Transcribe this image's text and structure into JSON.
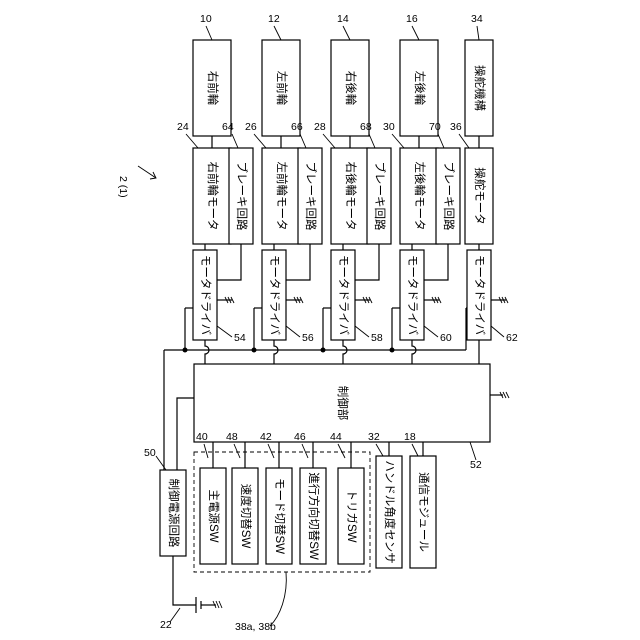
{
  "figure_label": "2 (1)",
  "refs": {
    "r10": "10",
    "r12": "12",
    "r14": "14",
    "r16": "16",
    "r34": "34",
    "r24": "24",
    "r26": "26",
    "r28": "28",
    "r30": "30",
    "r36": "36",
    "r64": "64",
    "r66": "66",
    "r68": "68",
    "r70": "70",
    "r54": "54",
    "r56": "56",
    "r58": "58",
    "r60": "60",
    "r62": "62",
    "r50": "50",
    "r40": "40",
    "r48": "48",
    "r42": "42",
    "r46": "46",
    "r44": "44",
    "r32": "32",
    "r18": "18",
    "r52": "52",
    "r22": "22",
    "r38": "38a, 38b"
  },
  "wheels": {
    "right_front": "右前輪",
    "left_front": "左前輪",
    "right_rear": "右後輪",
    "left_rear": "左後輪",
    "steering": "操舵機構"
  },
  "motors": {
    "right_front": "右前輪モータ",
    "left_front": "左前輪モータ",
    "right_rear": "右後輪モータ",
    "left_rear": "左後輪モータ",
    "steering": "操舵モータ"
  },
  "brakes": {
    "b64": "ブレーキ回路",
    "b66": "ブレーキ回路",
    "b68": "ブレーキ回路",
    "b70": "ブレーキ回路"
  },
  "drivers": {
    "d54": "モータドライバ",
    "d56": "モータドライバ",
    "d58": "モータドライバ",
    "d60": "モータドライバ",
    "d62": "モータドライバ"
  },
  "controller": "制御部",
  "power_circuit": "制御電源回路",
  "switches": {
    "main_power": "主電源SW",
    "speed": "速度切替SW",
    "mode": "モード切替SW",
    "direction": "進行方向切替SW",
    "trigger": "トリガSW"
  },
  "sensor": "ハンドル角度センサ",
  "comm_module": "通信モジュール"
}
